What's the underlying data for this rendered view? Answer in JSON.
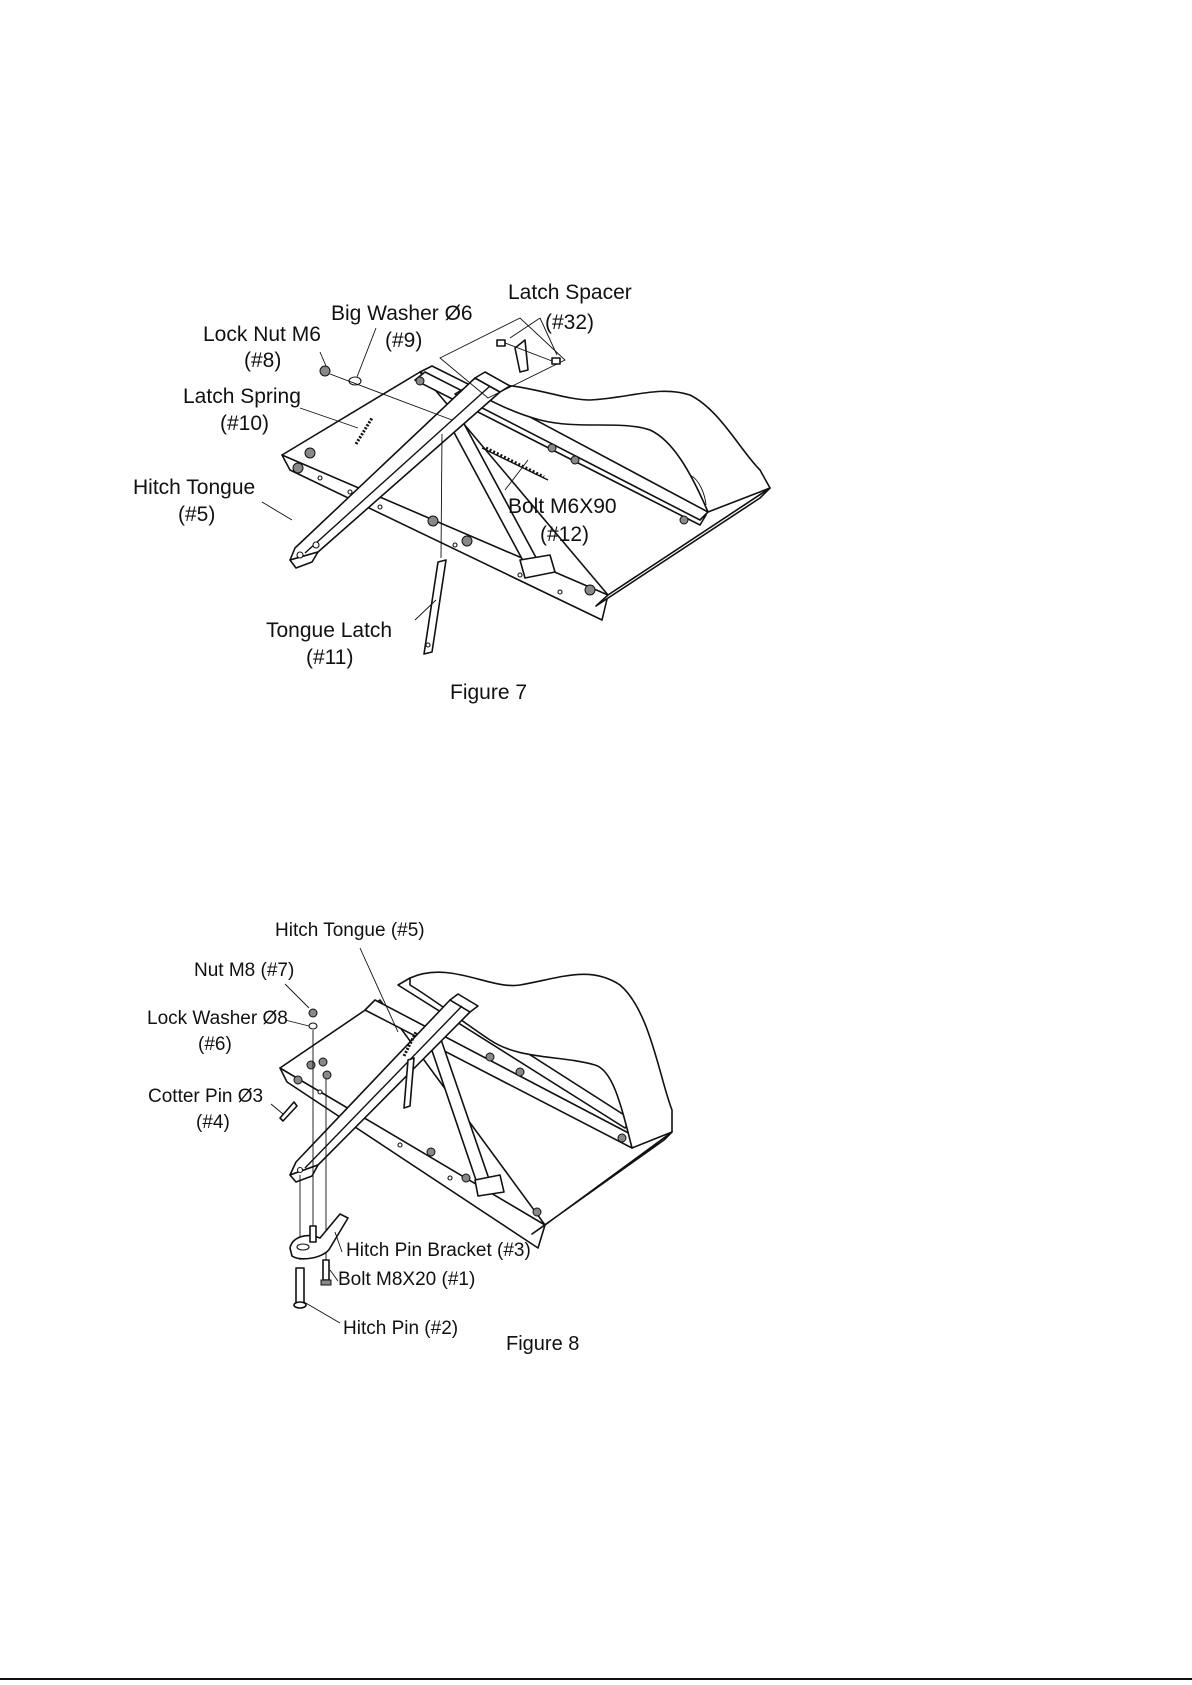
{
  "figure7": {
    "caption": "Figure 7",
    "labels": {
      "latch_spacer_line1": "Latch Spacer",
      "latch_spacer_line2": "(#32)",
      "big_washer_line1": "Big Washer Ø6",
      "big_washer_line2": "(#9)",
      "lock_nut_line1": "Lock Nut M6",
      "lock_nut_line2": "(#8)",
      "latch_spring_line1": "Latch Spring",
      "latch_spring_line2": "(#10)",
      "hitch_tongue_line1": "Hitch Tongue",
      "hitch_tongue_line2": "(#5)",
      "bolt_line1": "Bolt M6X90",
      "bolt_line2": "(#12)",
      "tongue_latch_line1": "Tongue Latch",
      "tongue_latch_line2": "(#11)"
    }
  },
  "figure8": {
    "caption": "Figure 8",
    "labels": {
      "hitch_tongue": "Hitch Tongue (#5)",
      "nut": "Nut M8 (#7)",
      "lock_washer_line1": "Lock Washer Ø8",
      "lock_washer_line2": "(#6)",
      "cotter_pin_line1": "Cotter Pin Ø3",
      "cotter_pin_line2": "(#4)",
      "hitch_pin_bracket": "Hitch Pin Bracket (#3)",
      "bolt": "Bolt M8X20 (#1)",
      "hitch_pin": "Hitch Pin (#2)"
    }
  }
}
